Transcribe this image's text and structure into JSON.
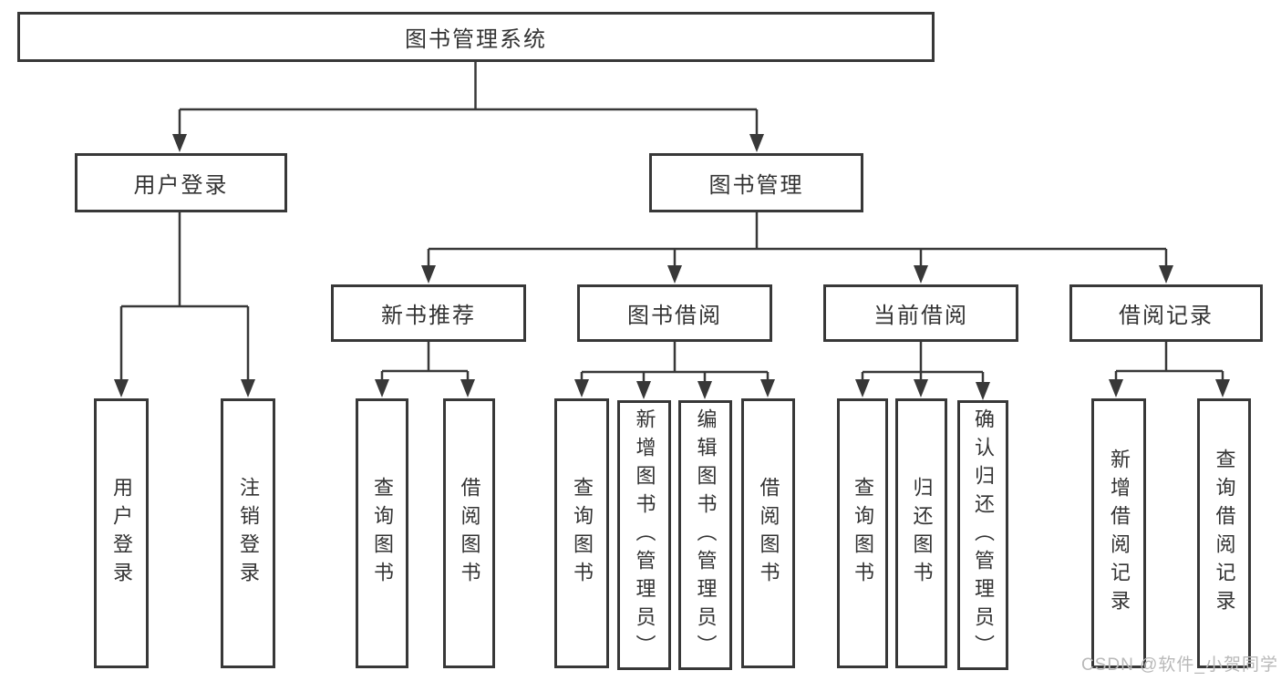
{
  "page": {
    "background": "#ffffff"
  },
  "colors": {
    "line": "#383838",
    "box_border": "#383838",
    "text": "#333333",
    "watermark": "#b9b9b9"
  },
  "watermark": {
    "text": "CSDN @软件_小贺同学"
  },
  "diagram": {
    "root": {
      "label": "图书管理系统"
    },
    "branches": [
      {
        "label": "用户登录",
        "children": [
          {
            "label": "用户登录"
          },
          {
            "label": "注销登录"
          }
        ]
      },
      {
        "label": "图书管理",
        "children": [
          {
            "label": "新书推荐",
            "children": [
              {
                "label": "查询图书"
              },
              {
                "label": "借阅图书"
              }
            ]
          },
          {
            "label": "图书借阅",
            "children": [
              {
                "label": "查询图书"
              },
              {
                "label": "新增图书（管理员）"
              },
              {
                "label": "编辑图书（管理员）"
              },
              {
                "label": "借阅图书"
              }
            ]
          },
          {
            "label": "当前借阅",
            "children": [
              {
                "label": "查询图书"
              },
              {
                "label": "归还图书"
              },
              {
                "label": "确认归还（管理员）"
              }
            ]
          },
          {
            "label": "借阅记录",
            "children": [
              {
                "label": "新增借阅记录"
              },
              {
                "label": "查询借阅记录"
              }
            ]
          }
        ]
      }
    ]
  }
}
